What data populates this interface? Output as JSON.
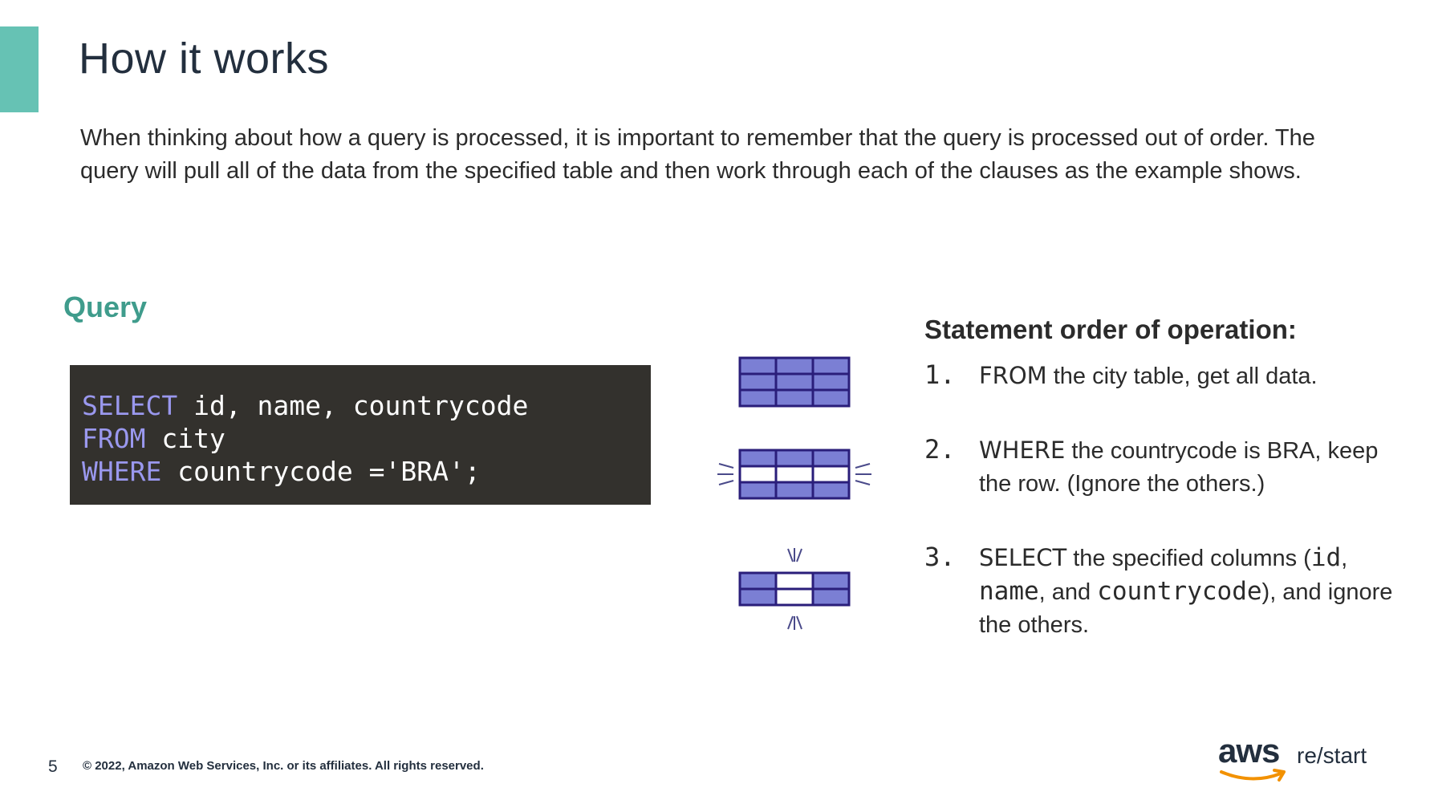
{
  "slide": {
    "title": "How it works",
    "intro": "When thinking about how a query is processed, it is important to remember that the query is processed out of order. The query will pull all of the data from the specified table and then work through each of the clauses as the example shows."
  },
  "query": {
    "heading": "Query",
    "lines": [
      {
        "keyword": "SELECT",
        "rest": " id, name, countrycode"
      },
      {
        "keyword": "FROM",
        "rest": " city"
      },
      {
        "keyword": "WHERE",
        "rest": " countrycode ='BRA';"
      }
    ]
  },
  "icons": {
    "all_data": "table-all-rows-icon",
    "filter_rows": "table-filter-row-icon",
    "select_columns": "table-select-column-icon"
  },
  "statement": {
    "heading": "Statement order of operation:",
    "steps": [
      {
        "num": "1.",
        "keyword": "FROM",
        "text1": " the city table, get all data."
      },
      {
        "num": "2.",
        "keyword": "WHERE",
        "text1": " the countrycode is BRA, keep the row. (Ignore the others.)"
      },
      {
        "num": "3.",
        "keyword": "SELECT",
        "text1": " the specified columns (",
        "c1": "id",
        "sep1": ", ",
        "c2": "name",
        "sep2": ", and ",
        "c3": "countrycode",
        "text2": "), and ignore the others."
      }
    ]
  },
  "footer": {
    "page_number": "5",
    "copyright": "© 2022, Amazon Web Services, Inc. or its affiliates. All rights reserved.",
    "logo_aws": "aws",
    "logo_restart": "re/start"
  },
  "colors": {
    "accent": "#66c2b4",
    "heading_teal": "#3f9c8c",
    "code_bg": "#33312d",
    "keyword": "#9a98ee",
    "table_fill": "#7b7fd4",
    "table_stroke": "#2a1e7a",
    "logo_smile": "#f29100"
  }
}
